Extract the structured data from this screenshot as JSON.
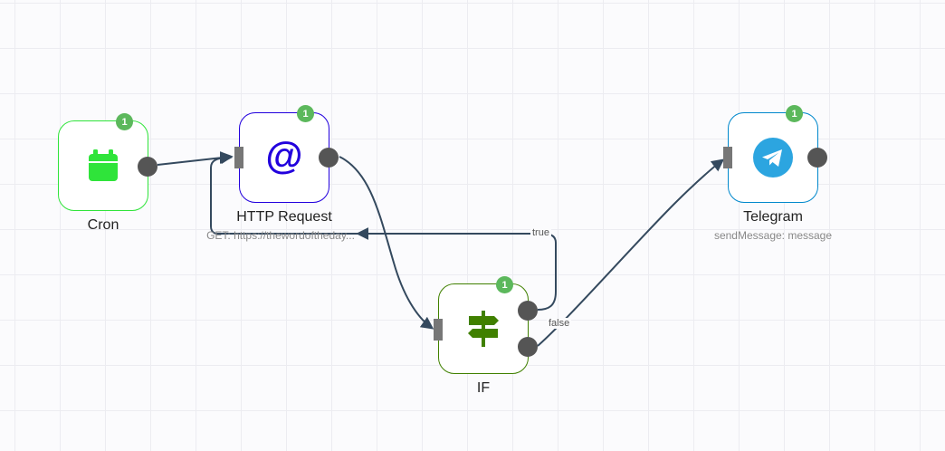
{
  "nodes": {
    "cron": {
      "title": "Cron",
      "badge": "1",
      "color": "#2fe43a"
    },
    "http": {
      "title": "HTTP Request",
      "subtitle": "GET: https://thewordoftheday...",
      "badge": "1",
      "color": "#2200dd",
      "icon_glyph": "@"
    },
    "if": {
      "title": "IF",
      "badge": "1",
      "color": "#408000"
    },
    "telegram": {
      "title": "Telegram",
      "subtitle": "sendMessage: message",
      "badge": "1",
      "color": "#0088cc"
    }
  },
  "connections": {
    "true_label": "true",
    "false_label": "false"
  },
  "icons": {
    "cron": "calendar-icon",
    "http": "at-sign-icon",
    "if": "signpost-icon",
    "telegram": "telegram-icon"
  }
}
